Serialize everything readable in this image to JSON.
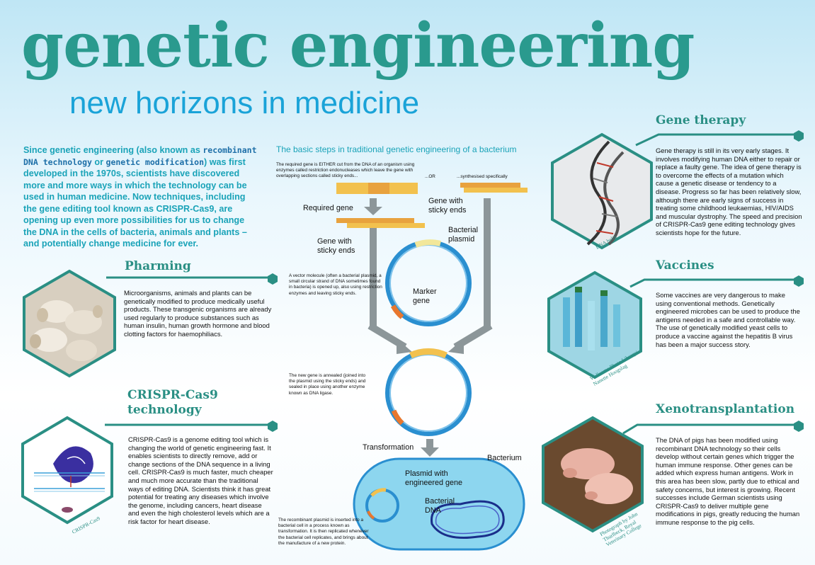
{
  "header": {
    "title": "genetic engineering",
    "subtitle": "new horizons in medicine"
  },
  "intro": {
    "part1": "Since genetic engineering (also known as ",
    "kw1": "recombinant DNA technology",
    "part2": " or ",
    "kw2": "genetic modification",
    "part3": ") was first developed in the 1970s, scientists have discovered more and more ways in which the technology can be used in human medicine. Now techniques, including the gene editing tool known as CRISPR-Cas9, are opening up even more possibilities for us to change the DNA in the cells of bacteria, animals and plants – and potentially change medicine for ever."
  },
  "diagram": {
    "heading": "The basic steps in traditional genetic engineering of a bacterium",
    "step1_text": "The required gene is EITHER cut from the DNA of an organism using enzymes called restriction endonucleases which leave the gene with overlapping sections called sticky ends...",
    "or_text": "...OR",
    "synth_text": "...synthesised specifically",
    "required_gene": "Required gene",
    "gene_sticky_right": "Gene with sticky ends",
    "gene_sticky_left": "Gene with sticky ends",
    "bacterial_plasmid": "Bacterial plasmid",
    "marker_gene": "Marker gene",
    "vector_text": "A vector molecule (often a bacterial plasmid, a small circular strand of DNA sometimes found in bacteria) is opened up, also using restriction enzymes and leaving sticky ends.",
    "anneal_text": "The new gene is annealed (joined into the plasmid using the sticky ends) and sealed in place using another enzyme known as DNA ligase.",
    "transformation": "Transformation",
    "bacterium": "Bacterium",
    "plasmid_engineered": "Plasmid with engineered gene",
    "bacterial_dna": "Bacterial DNA",
    "recombinant_text": "The recombinant plasmid is inserted into a bacterial cell in a process known as transformation. It is then replicated whenever the bacterial cell replicates, and brings about the manufacture of a new protein."
  },
  "pharming": {
    "title": "Pharming",
    "text": "Microorganisms, animals and plants can be genetically modified to produce medically useful products. These transgenic organisms are already used regularly to produce substances such as human insulin, human growth hormone and blood clotting factors for haemophiliacs."
  },
  "crispr": {
    "title_line1": "CRISPR-Cas9",
    "title_line2": "technology",
    "text": "CRISPR-Cas9 is a genome editing tool which is changing the world of genetic engineering fast. It enables scientists to directly remove, add or change sections of the DNA sequence in a living cell. CRISPR-Cas9 is much faster, much cheaper and much more accurate than the traditional ways of editing DNA. Scientists think it has great potential for treating any diseases which involve the genome, including cancers, heart disease and even the high cholesterol levels which are a risk factor for heart disease.",
    "caption": "CRISPR-Cas9"
  },
  "gene_therapy": {
    "title": "Gene therapy",
    "text": "Gene therapy is still in its very early stages. It involves modifying human DNA either to repair or replace a faulty gene. The idea of gene therapy is to overcome the effects of a mutation which cause a genetic disease or tendency to a disease. Progress so far has been relatively slow, although there are early signs of success in treating some childhood leukaemias, HIV/AIDS and muscular dystrophy. The speed and precision of CRISPR-Cas9 gene editing technology gives scientists hope for the future.",
    "caption": "DNA helix"
  },
  "vaccines": {
    "title": "Vaccines",
    "text": "Some vaccines are very dangerous to make using conventional methods. Genetically engineered microbes can be used to produce the antigens needed in a safe and controllable way. The use of genetically modified yeast cells to produce a vaccine against the hepatitis B virus has been a major success story.",
    "caption_line1": "Wellcome Photo Library/",
    "caption_line2": "Nanette Hoogslag"
  },
  "xeno": {
    "title": "Xenotransplantation",
    "text": "The DNA of pigs has been modified using recombinant DNA technology so their cells develop without certain genes which trigger the human immune response. Other genes can be added which express human antigens. Work in this area has been slow, partly due to ethical and safety concerns, but interest is growing. Recent successes include German scientists using CRISPR-Cas9 to deliver multiple gene modifications in pigs, greatly reducing the human immune response to the pig cells.",
    "caption_line1": "Photograph by John",
    "caption_line2": "Thurlbeck, Royal",
    "caption_line3": "Veterinary College"
  },
  "colors": {
    "teal": "#2a9a8e",
    "blue": "#1aa3d8",
    "plasmid": "#2a8fd0",
    "gene_yellow": "#f2c14e",
    "marker_orange": "#e8772e",
    "arrow_grey": "#8c9699"
  }
}
